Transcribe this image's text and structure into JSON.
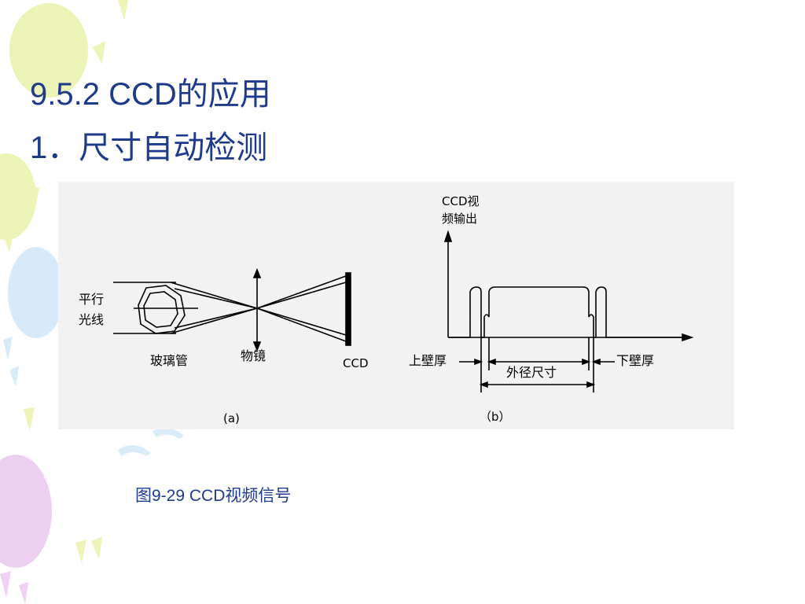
{
  "slide": {
    "heading": "9.5.2 CCD的应用",
    "subheading": "1．尺寸自动检测",
    "caption": "图9-29   CCD视频信号"
  },
  "figure_a": {
    "label_parallel_light": [
      "平行",
      "光线"
    ],
    "label_glass_tube": "玻璃管",
    "label_objective_lens": "物镜",
    "label_ccd": "CCD",
    "sub_label": "(a)"
  },
  "figure_b": {
    "label_video_output": [
      "CCD视",
      "频输出"
    ],
    "label_upper_wall": "上壁厚",
    "label_outer_diameter": "外径尺寸",
    "label_lower_wall": "下壁厚",
    "sub_label": "（b）"
  },
  "colors": {
    "title_text": "#1e3a8a",
    "figure_background": "#f2f2f2",
    "line": "#000000",
    "balloon_yellow": "#e7f0a8",
    "balloon_blue": "#cfe6f8",
    "balloon_pink": "#eac8ef"
  }
}
